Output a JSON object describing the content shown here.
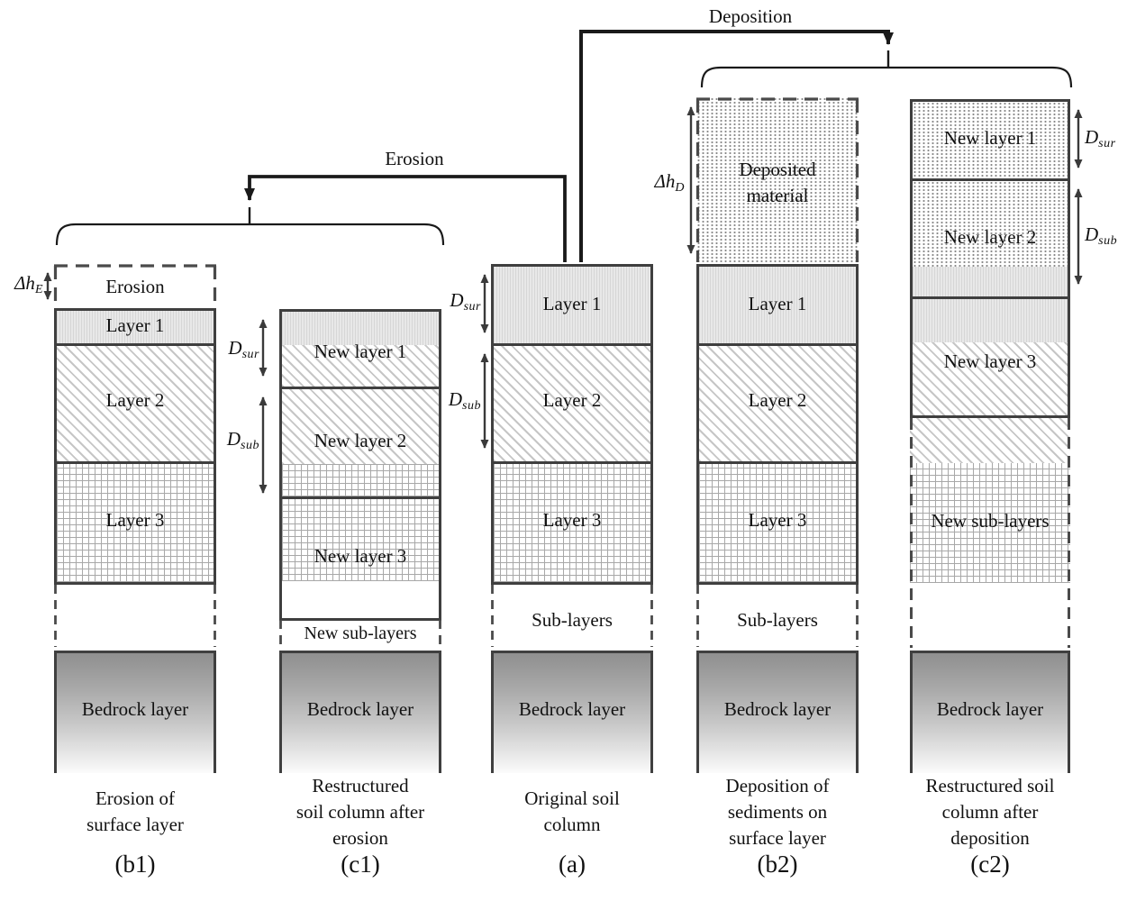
{
  "figure": {
    "arrows": {
      "deposition": "Deposition",
      "erosion": "Erosion"
    },
    "dims": {
      "dh_e": {
        "base": "Δh",
        "sub": "E"
      },
      "dh_d": {
        "base": "Δh",
        "sub": "D"
      },
      "d_sur": {
        "base": "D",
        "sub": "sur"
      },
      "d_sub": {
        "base": "D",
        "sub": "sub"
      }
    },
    "bedrock_label": "Bedrock layer",
    "columns": {
      "b1": {
        "tag": "(b1)",
        "erosion_box": "Erosion",
        "layer1": "Layer 1",
        "layer2": "Layer 2",
        "layer3": "Layer 3",
        "caption": [
          "Erosion of",
          "surface layer"
        ]
      },
      "c1": {
        "tag": "(c1)",
        "layer1": "New layer 1",
        "layer2": "New layer 2",
        "layer3": "New layer 3",
        "sublayers": "New sub-layers",
        "caption": [
          "Restructured",
          "soil column after",
          "erosion"
        ]
      },
      "a": {
        "tag": "(a)",
        "layer1": "Layer 1",
        "layer2": "Layer 2",
        "layer3": "Layer 3",
        "sublayers": "Sub-layers",
        "caption": [
          "Original soil",
          "column"
        ]
      },
      "b2": {
        "tag": "(b2)",
        "deposited": [
          "Deposited",
          "material"
        ],
        "layer1": "Layer 1",
        "layer2": "Layer 2",
        "layer3": "Layer 3",
        "sublayers": "Sub-layers",
        "caption": [
          "Deposition of",
          "sediments on",
          "surface layer"
        ]
      },
      "c2": {
        "tag": "(c2)",
        "layer1": "New layer 1",
        "layer2": "New layer 2",
        "layer3": "New layer 3",
        "sublayers": "New sub-layers",
        "caption": [
          "Restructured soil",
          "column after",
          "deposition"
        ]
      }
    },
    "colors": {
      "line": "#1a1a1a",
      "border": "#3f3f3f",
      "dim_line": "#3a3a3a"
    }
  }
}
